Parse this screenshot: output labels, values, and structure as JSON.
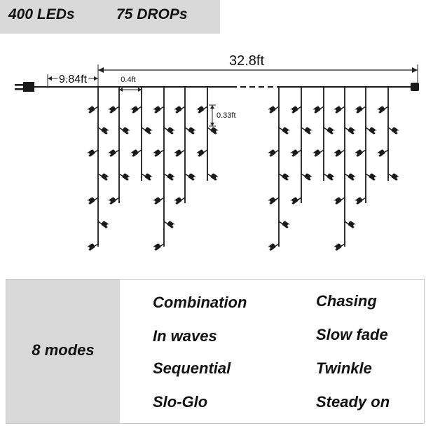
{
  "header": {
    "leds": "400 LEDs",
    "drops": "75 DROPs"
  },
  "dimensions": {
    "total_length": "32.8ft",
    "lead_wire": "9.84ft",
    "drop_spacing": "0.4ft",
    "led_spacing": "0.33ft"
  },
  "modes": {
    "count_label": "8 modes",
    "left_column": [
      "Combination",
      "In waves",
      "Sequential",
      "Slo-Glo"
    ],
    "right_column": [
      "Chasing",
      "Slow fade",
      "Twinkle",
      "Steady on"
    ]
  },
  "colors": {
    "band": "#d9d9d9",
    "wire": "#1a1a1a",
    "bulb": "#1a1a1a",
    "bulb_lens": "#ffffff"
  },
  "icons": [
    "plug-icon",
    "controller-icon",
    "led-bulb-icon",
    "dimension-arrow-icon"
  ]
}
